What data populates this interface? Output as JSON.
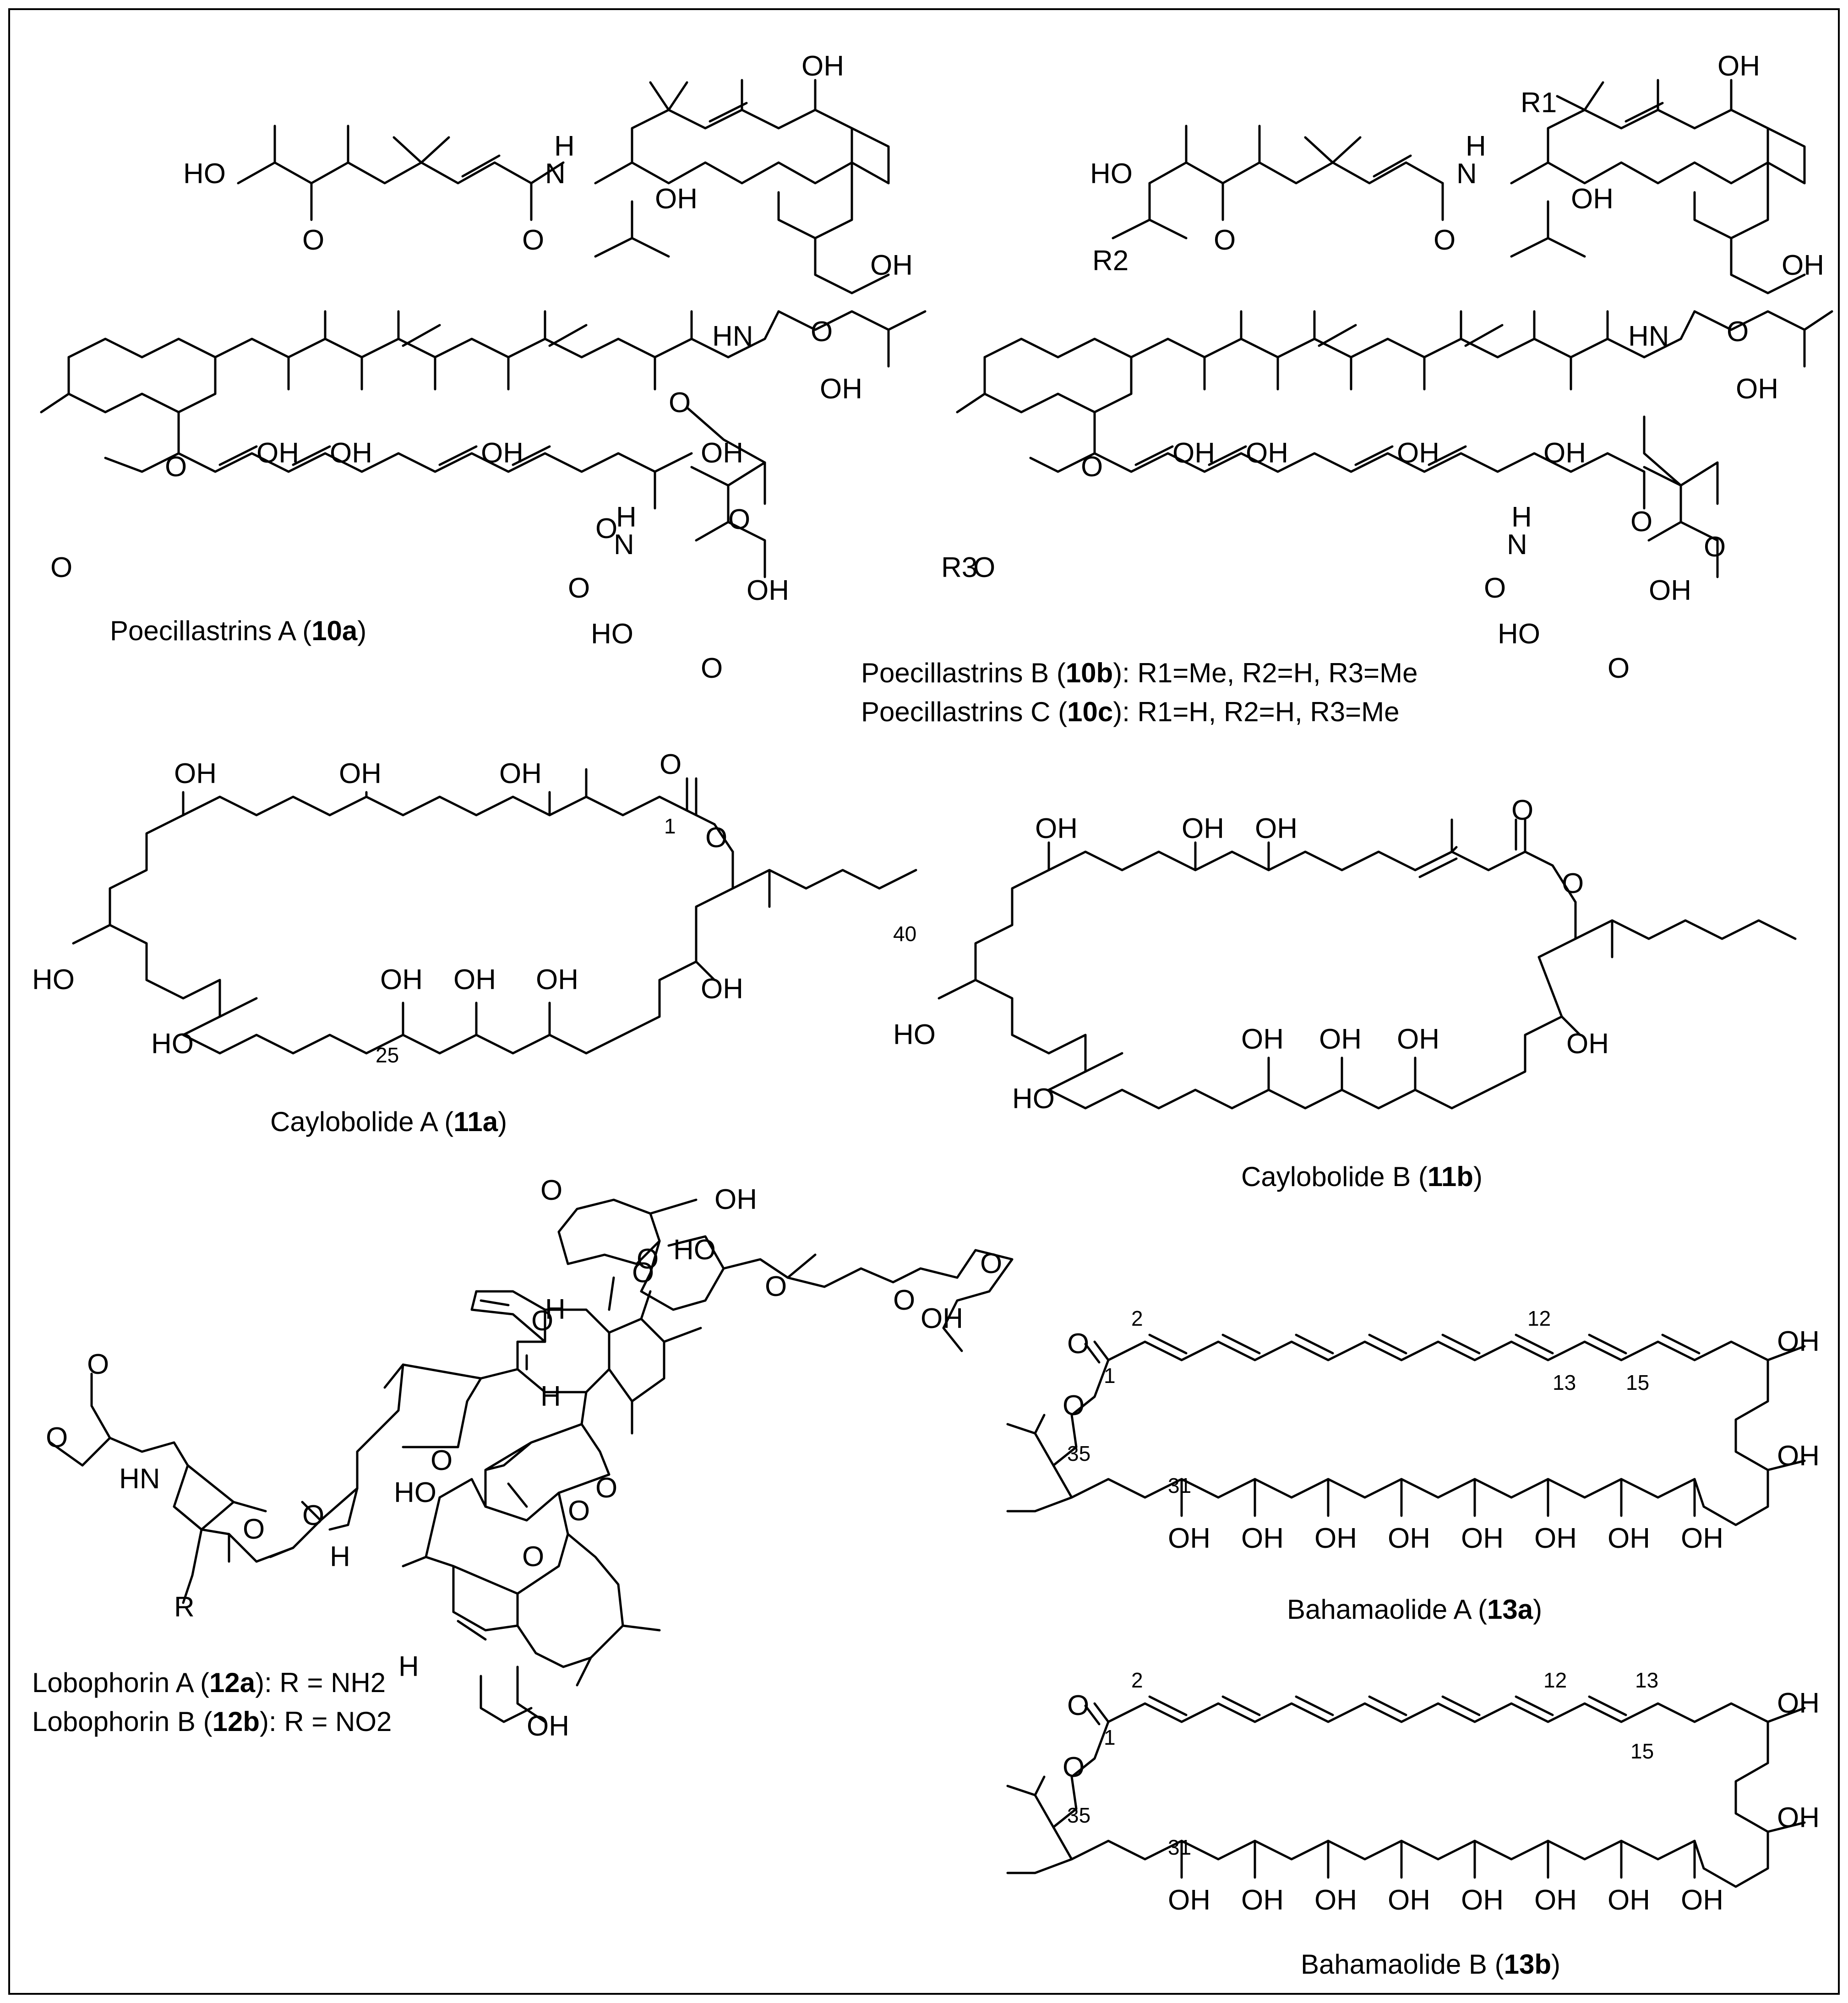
{
  "compounds": {
    "c10a": {
      "name": "Poecillastrins A (",
      "code": "10a",
      "tail": ")"
    },
    "c10b": {
      "name": "Poecillastrins B (",
      "code": "10b",
      "tail": "): R1=Me, R2=H, R3=Me"
    },
    "c10c": {
      "name": "Poecillastrins C (",
      "code": "10c",
      "tail": "): R1=H, R2=H, R3=Me"
    },
    "c11a": {
      "name": "Caylobolide A (",
      "code": "11a",
      "tail": ")"
    },
    "c11b": {
      "name": "Caylobolide B (",
      "code": "11b",
      "tail": ")"
    },
    "c12a": {
      "name": "Lobophorin A (",
      "code": "12a",
      "tail": "): R = NH2"
    },
    "c12b": {
      "name": "Lobophorin B (",
      "code": "12b",
      "tail": "): R = NO2"
    },
    "c13a": {
      "name": "Bahamaolide A (",
      "code": "13a",
      "tail": ")"
    },
    "c13b": {
      "name": "Bahamaolide B (",
      "code": "13b",
      "tail": ")"
    }
  },
  "atoms": {
    "oh": "OH",
    "ho": "HO",
    "o": "O",
    "n": "N",
    "h": "H",
    "hn": "HN",
    "r": "R",
    "r1": "R1",
    "r2": "R2",
    "r3": "R3"
  },
  "locants": {
    "l1": "1",
    "l2": "2",
    "l12": "12",
    "l13": "13",
    "l15": "15",
    "l25": "25",
    "l31": "31",
    "l35": "35",
    "l40": "40"
  }
}
